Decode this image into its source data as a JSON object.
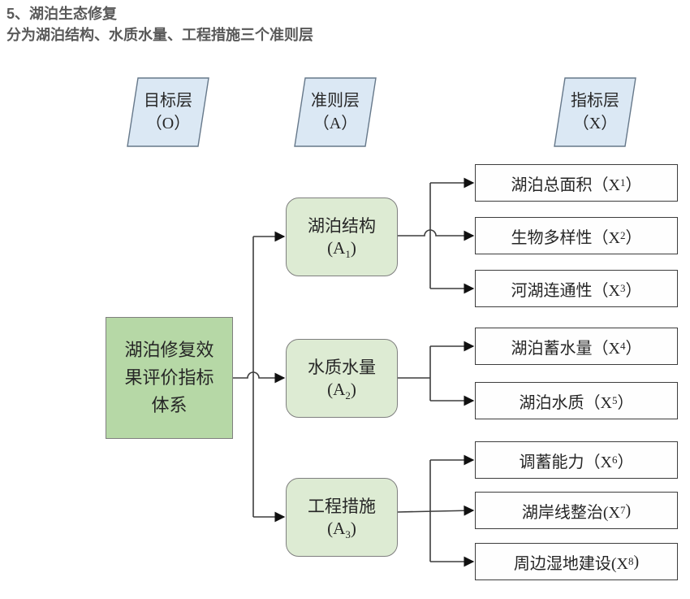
{
  "page": {
    "title": "5、湖泊生态修复",
    "subtitle": "分为湖泊结构、水质水量、工程措施三个准则层"
  },
  "layer_labels": [
    {
      "name": "goal-layer",
      "line1": "目标层",
      "line2": "（O）"
    },
    {
      "name": "criteria-layer",
      "line1": "准则层",
      "line2": "（A）"
    },
    {
      "name": "indicator-layer",
      "line1": "指标层",
      "line2": "（X）"
    }
  ],
  "goal_box": {
    "line1": "湖泊修复效",
    "line2": "果评价指标",
    "line3": "体系"
  },
  "criteria_boxes": [
    {
      "label": "湖泊结构",
      "code_prefix": "(A",
      "code_sub": "1",
      "code_suffix": ")"
    },
    {
      "label": "水质水量",
      "code_prefix": "(A",
      "code_sub": "2",
      "code_suffix": ")"
    },
    {
      "label": "工程措施",
      "code_prefix": "(A",
      "code_sub": "3",
      "code_suffix": ")"
    }
  ],
  "indicator_boxes": [
    {
      "text": "湖泊总面积（X",
      "sub": "1",
      "suffix": "）"
    },
    {
      "text": "生物多样性（X",
      "sub": "2",
      "suffix": "）"
    },
    {
      "text": "河湖连通性（X",
      "sub": "3",
      "suffix": "）"
    },
    {
      "text": "湖泊蓄水量（X",
      "sub": "4",
      "suffix": "）"
    },
    {
      "text": "湖泊水质（X",
      "sub": "5",
      "suffix": "）"
    },
    {
      "text": "调蓄能力（X",
      "sub": "6",
      "suffix": "）"
    },
    {
      "text": "湖岸线整治(X",
      "sub": "7",
      "suffix": ")"
    },
    {
      "text": "周边湿地建设(X",
      "sub": "8",
      "suffix": ")"
    }
  ],
  "colors": {
    "title_color": "#595959",
    "layer_fill": "#dbe8f4",
    "layer_stroke": "#66788a",
    "goal_fill": "#b6d8a6",
    "criteria_fill": "#ddebd3",
    "green_stroke": "#7f7f7f",
    "indicator_fill": "#fefefe",
    "indicator_stroke": "#3d3d3d",
    "line_color": "#3d3d3d",
    "text_color": "#262626"
  }
}
